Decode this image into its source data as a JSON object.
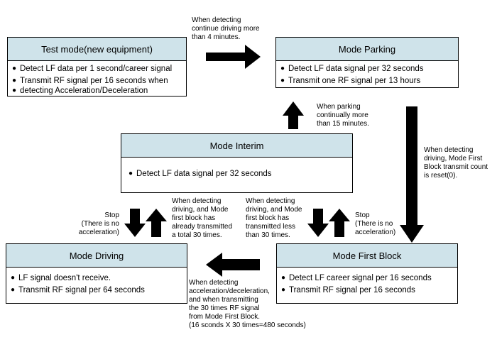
{
  "boxes": {
    "test_mode": {
      "title": "Test mode(new equipment)",
      "items": [
        "Detect LF data per 1 second/career signal",
        "Transmit RF signal per 16 seconds when",
        "detecting Acceleration/Deceleration"
      ]
    },
    "parking": {
      "title": "Mode Parking",
      "items": [
        "Detect LF data signal per 32 seconds",
        "Transmit one RF signal  per 13 hours"
      ]
    },
    "interim": {
      "title": "Mode Interim",
      "items": [
        "Detect LF data signal per 32 seconds"
      ]
    },
    "driving": {
      "title": "Mode Driving",
      "items": [
        "LF signal doesn't receive.",
        "Transmit RF signal per 64 seconds"
      ]
    },
    "first_block": {
      "title": "Mode First Block",
      "items": [
        "Detect LF career signal per 16 seconds",
        "Transmit RF signal per 16 seconds"
      ]
    }
  },
  "notes": {
    "test_to_parking": [
      "When detecting",
      "continue driving more",
      "than 4 minutes."
    ],
    "interim_to_parking": [
      "When parking",
      "continually more",
      "than 15 minutes."
    ],
    "parking_to_first_block": [
      "When detecting",
      "driving, Mode First",
      "Block transmit count",
      "is reset(0)."
    ],
    "stop_left": [
      "Stop",
      "(There is no",
      "acceleration)"
    ],
    "interim_to_driving": [
      "When detecting",
      "driving, and Mode",
      "first block has",
      "already transmitted",
      "a total 30 times."
    ],
    "interim_to_first_block": [
      "When detecting",
      "driving, and Mode",
      "first block has",
      "transmitted less",
      "than 30 times."
    ],
    "stop_right": [
      "Stop",
      "(There is no",
      "acceleration)"
    ],
    "first_block_to_driving": [
      "When detecting",
      "acceleration/deceleration,",
      "and when transmitting",
      "the 30 times RF signal",
      "from Mode First Block.",
      "(16 sconds X 30 times=480 seconds)"
    ]
  }
}
